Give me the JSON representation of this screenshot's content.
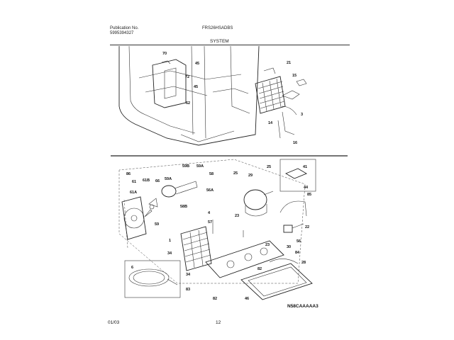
{
  "header": {
    "publication_label": "Publication No.",
    "publication_number": "5995394327",
    "model": "FRS26HSADBS",
    "section": "SYSTEM"
  },
  "footer": {
    "date": "01/03",
    "page": "12",
    "drawing_code": "N58CAAAAA3"
  },
  "callouts": {
    "c70": "70",
    "c72": "72",
    "c45a": "45",
    "c45b": "45",
    "c62": "62",
    "c21": "21",
    "c15": "15",
    "c3": "3",
    "c14": "14",
    "c16": "16",
    "c86": "86",
    "c61": "61",
    "c61b": "61B",
    "c61a": "61A",
    "c66": "66",
    "c59a": "59A",
    "c59b": "59B",
    "c59aa": "59A",
    "c58": "58",
    "c58b": "58B",
    "c56a": "56A",
    "c59": "59",
    "c1": "1",
    "c34a": "34",
    "c34b": "34",
    "c4": "4",
    "c57": "57",
    "c25a": "25",
    "c29": "29",
    "c25b": "25",
    "c23a": "23",
    "c23b": "23",
    "c41": "41",
    "c44": "44",
    "c85": "85",
    "c22": "22",
    "c56": "56",
    "c30": "30",
    "c84": "84",
    "c28": "28",
    "c6": "6",
    "c83": "83",
    "c82a": "82",
    "c82b": "82",
    "c46": "46"
  }
}
